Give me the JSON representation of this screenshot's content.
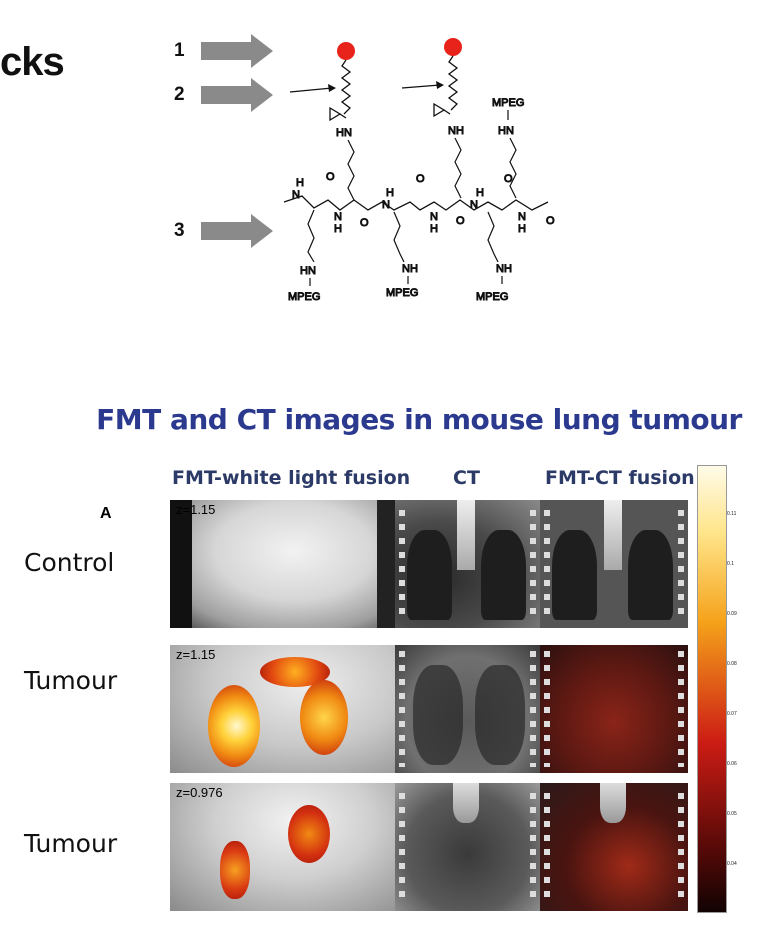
{
  "slide": {
    "title_fragment": "cks"
  },
  "arrows": [
    {
      "label": "1"
    },
    {
      "label": "2"
    },
    {
      "label": "3"
    }
  ],
  "molecule": {
    "labels": {
      "mpeg": "MPEG",
      "hn": "HN",
      "nh": "NH",
      "h": "H",
      "n": "N",
      "o": "O"
    }
  },
  "figure": {
    "title": "FMT and CT images in mouse lung tumour",
    "panel_letter": "A",
    "columns": [
      "FMT-white light fusion",
      "CT",
      "FMT-CT fusion"
    ],
    "rows": [
      {
        "label": "Control",
        "z": "z=1.15"
      },
      {
        "label": "Tumour",
        "z": "z=1.15"
      },
      {
        "label": "Tumour",
        "z": "z=0.976"
      }
    ],
    "colorbar": {
      "ticks": [
        "0.11",
        "0.1",
        "0.09",
        "0.08",
        "0.07",
        "0.06",
        "0.05",
        "0.04"
      ],
      "colors": {
        "high": "#fffbe8",
        "mid": "#f5a21a",
        "low_mid": "#cc1c14",
        "low": "#120303"
      }
    }
  }
}
